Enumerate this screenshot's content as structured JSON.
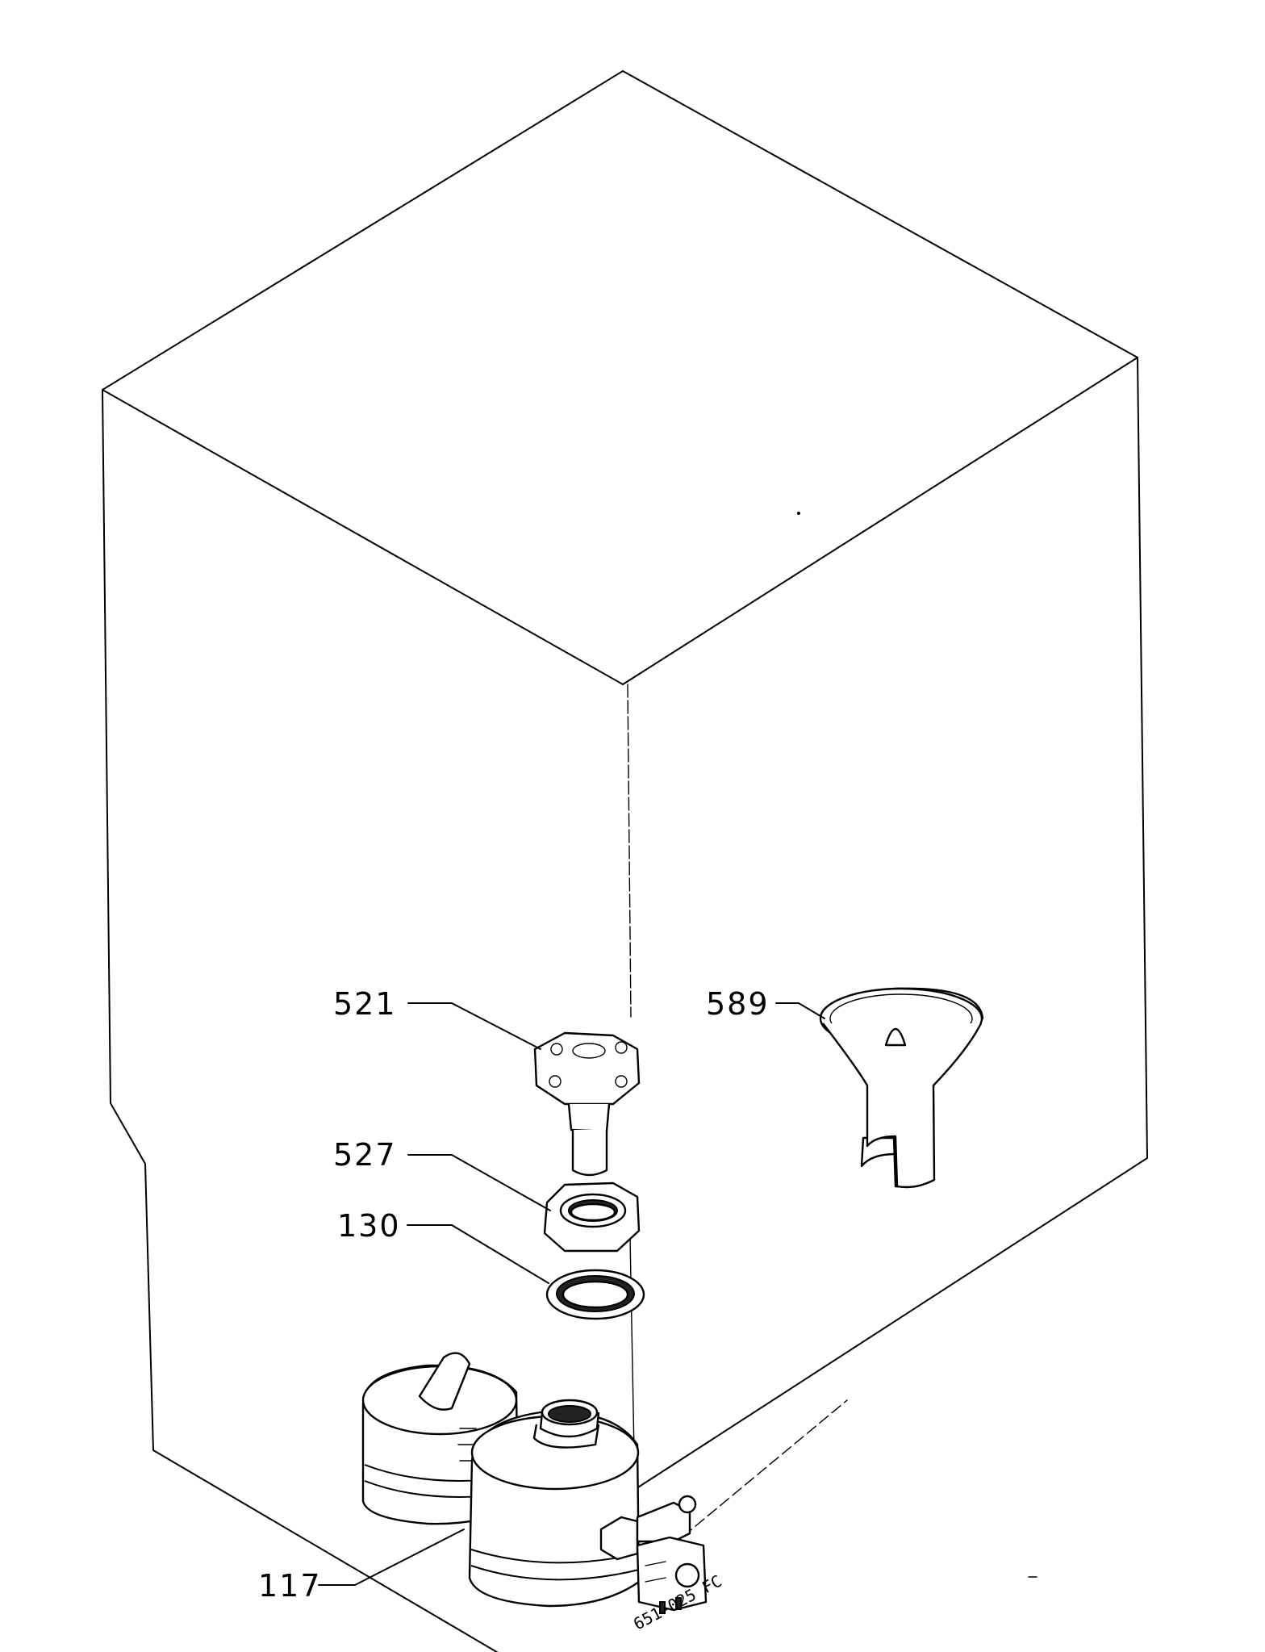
{
  "callouts": [
    {
      "id": "521",
      "text": "521"
    },
    {
      "id": "589",
      "text": "589"
    },
    {
      "id": "527",
      "text": "527"
    },
    {
      "id": "130",
      "text": "130"
    },
    {
      "id": "117",
      "text": "117"
    }
  ],
  "drawing_code": "651-025 FC",
  "colors": {
    "line": "#000000",
    "background": "#ffffff"
  }
}
